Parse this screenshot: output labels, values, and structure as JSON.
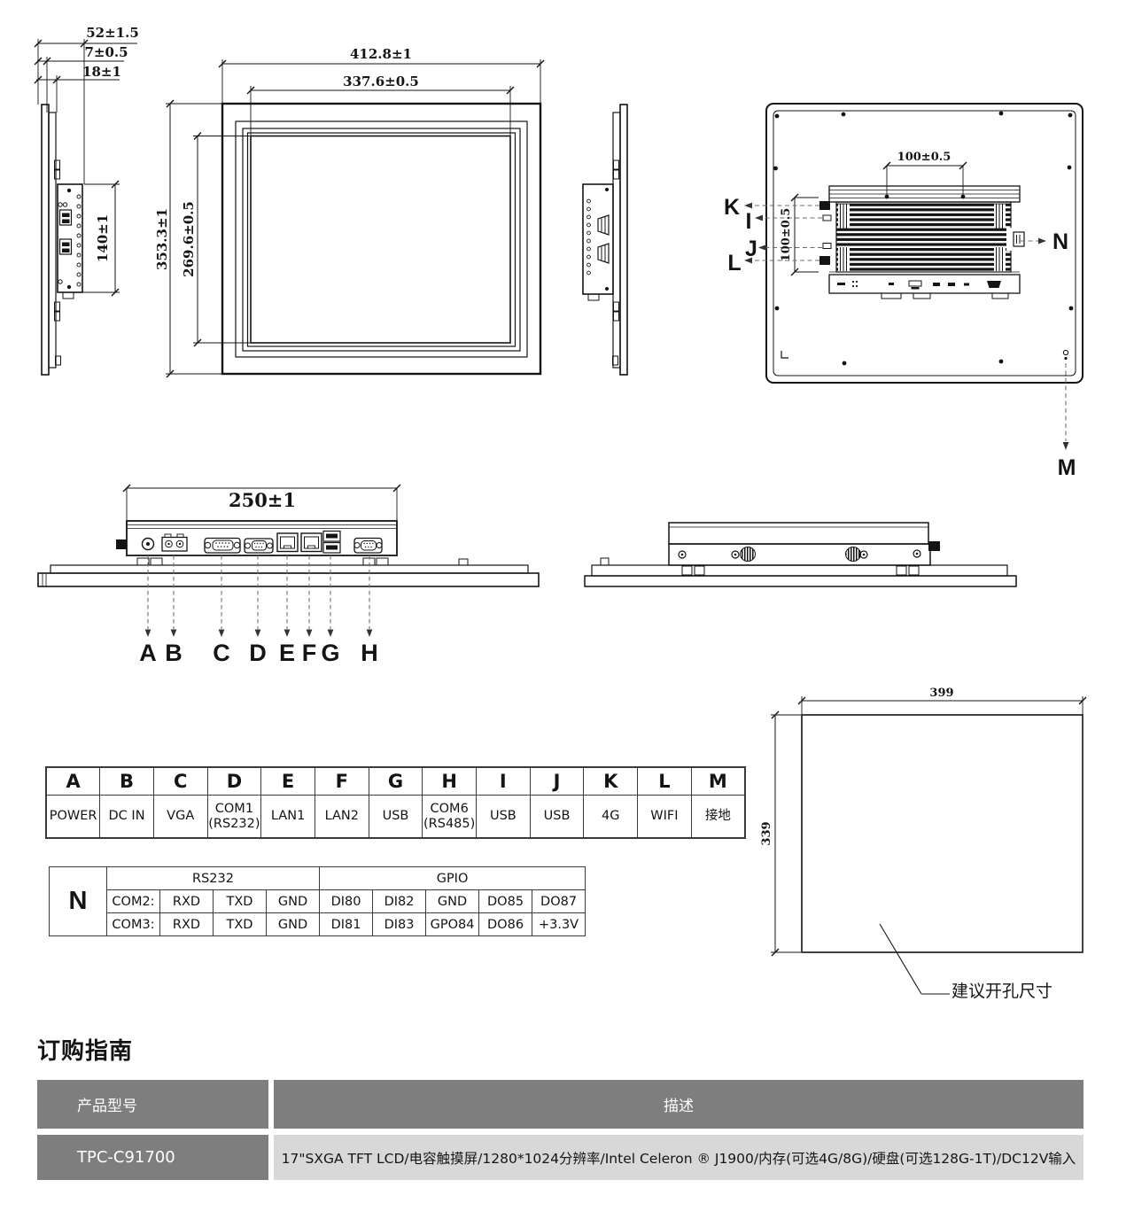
{
  "drawing": {
    "dims": {
      "depth_total": "52±1.5",
      "depth_glass": "7±0.5",
      "depth_panel": "18±1",
      "module_height": "140±1",
      "front_width": "412.8±1",
      "display_width": "337.6±0.5",
      "front_height": "353.3±1",
      "display_height": "269.6±0.5",
      "vesa_width": "100±0.5",
      "vesa_height": "100±0.5",
      "module_width": "250±1",
      "cutout_width": "399",
      "cutout_height": "339",
      "cutout_note": "建议开孔尺寸"
    },
    "callouts": {
      "a": "A",
      "b": "B",
      "c": "C",
      "d": "D",
      "e": "E",
      "f": "F",
      "g": "G",
      "h": "H",
      "i": "I",
      "j": "J",
      "k": "K",
      "l": "L",
      "m": "M",
      "n": "N"
    }
  },
  "ports_table": {
    "headers": [
      "A",
      "B",
      "C",
      "D",
      "E",
      "F",
      "G",
      "H",
      "I",
      "J",
      "K",
      "L",
      "M"
    ],
    "values": [
      "POWER",
      "DC IN",
      "VGA",
      "COM1 (RS232)",
      "LAN1",
      "LAN2",
      "USB",
      "COM6 (RS485)",
      "USB",
      "USB",
      "4G",
      "WIFI",
      "接地"
    ]
  },
  "gpio_table": {
    "row_label": "N",
    "group1": "RS232",
    "group2": "GPIO",
    "rows": [
      [
        "COM2:",
        "RXD",
        "TXD",
        "GND",
        "DI80",
        "DI82",
        "GND",
        "DO85",
        "DO87"
      ],
      [
        "COM3:",
        "RXD",
        "TXD",
        "GND",
        "DI81",
        "DI83",
        "GPO84",
        "DO86",
        "+3.3V"
      ]
    ]
  },
  "ordering": {
    "title": "订购指南",
    "header_model": "产品型号",
    "header_desc": "描述",
    "model": "TPC-C91700",
    "description": "17\"SXGA TFT LCD/电容触摸屏/1280*1024分辨率/Intel Celeron ® J1900/内存(可选4G/8G)/硬盘(可选128G-1T)/DC12V输入"
  },
  "colors": {
    "line": "#141414",
    "table_border": "#3a3a3a",
    "header_bg": "#7e7e7e",
    "desc_bg": "#d8d8d8"
  }
}
